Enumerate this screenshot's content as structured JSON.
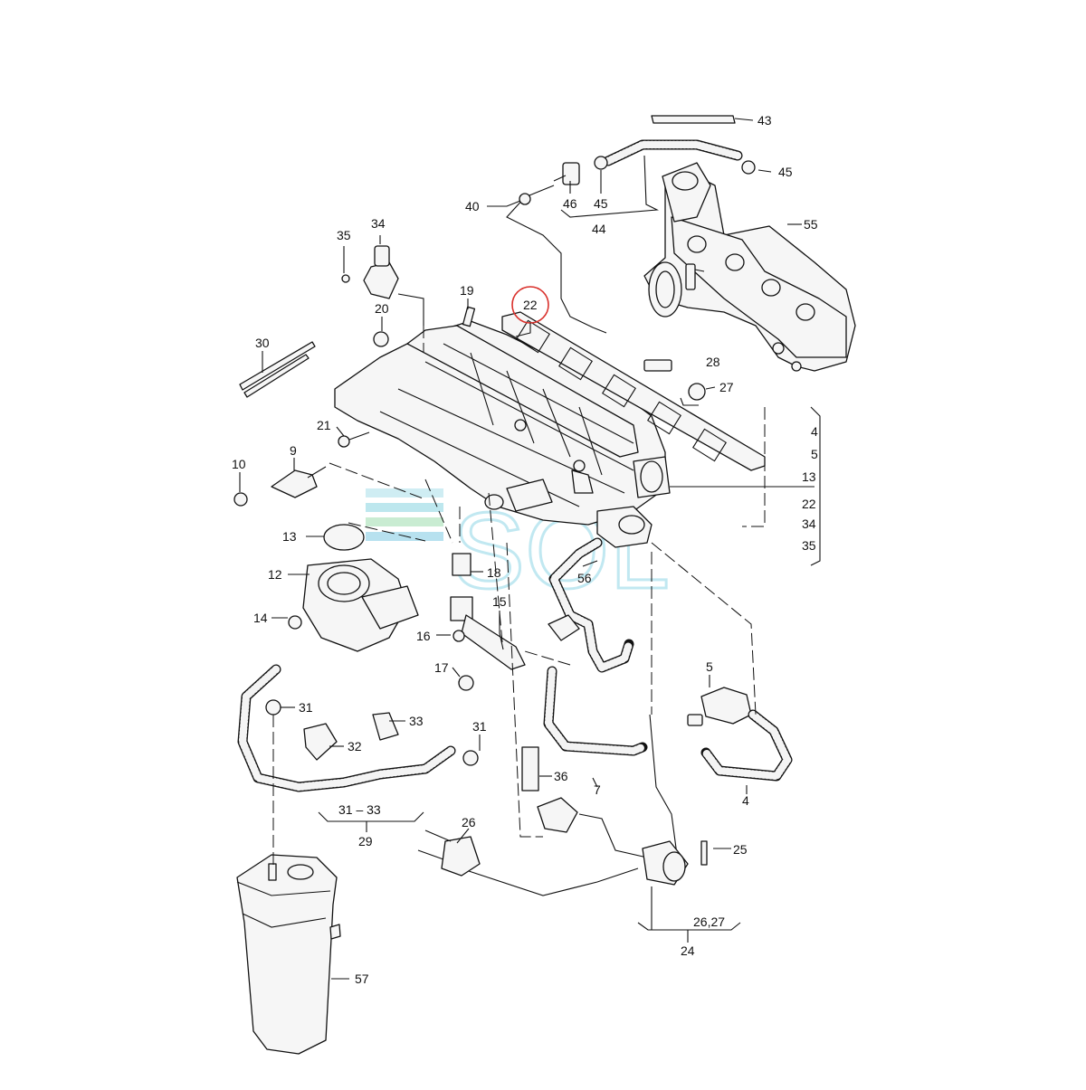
{
  "watermark": {
    "text": "SOL",
    "color": "#8fd6e6"
  },
  "highlight": {
    "label": "22",
    "color": "#d9302b"
  },
  "callouts": [
    {
      "id": "c43",
      "label": "43"
    },
    {
      "id": "c45a",
      "label": "45"
    },
    {
      "id": "c45b",
      "label": "45"
    },
    {
      "id": "c46",
      "label": "46"
    },
    {
      "id": "c40",
      "label": "40"
    },
    {
      "id": "c44",
      "label": "44"
    },
    {
      "id": "c55",
      "label": "55"
    },
    {
      "id": "c34",
      "label": "34"
    },
    {
      "id": "c35",
      "label": "35"
    },
    {
      "id": "c19",
      "label": "19"
    },
    {
      "id": "c20",
      "label": "20"
    },
    {
      "id": "c30",
      "label": "30"
    },
    {
      "id": "c28",
      "label": "28"
    },
    {
      "id": "c27",
      "label": "27"
    },
    {
      "id": "c21",
      "label": "21"
    },
    {
      "id": "c9",
      "label": "9"
    },
    {
      "id": "c10",
      "label": "10"
    },
    {
      "id": "c4a",
      "label": "4"
    },
    {
      "id": "c5a",
      "label": "5"
    },
    {
      "id": "c13a",
      "label": "13"
    },
    {
      "id": "c22b",
      "label": "22"
    },
    {
      "id": "c34b",
      "label": "34"
    },
    {
      "id": "c35b",
      "label": "35"
    },
    {
      "id": "c13",
      "label": "13"
    },
    {
      "id": "c12",
      "label": "12"
    },
    {
      "id": "c14",
      "label": "14"
    },
    {
      "id": "c18",
      "label": "18"
    },
    {
      "id": "c15",
      "label": "15"
    },
    {
      "id": "c16",
      "label": "16"
    },
    {
      "id": "c17",
      "label": "17"
    },
    {
      "id": "c56",
      "label": "56"
    },
    {
      "id": "c5",
      "label": "5"
    },
    {
      "id": "c31a",
      "label": "31"
    },
    {
      "id": "c33",
      "label": "33"
    },
    {
      "id": "c31b",
      "label": "31"
    },
    {
      "id": "c32",
      "label": "32"
    },
    {
      "id": "c36",
      "label": "36"
    },
    {
      "id": "c7",
      "label": "7"
    },
    {
      "id": "c4",
      "label": "4"
    },
    {
      "id": "c3133",
      "label": "31 – 33"
    },
    {
      "id": "c29",
      "label": "29"
    },
    {
      "id": "c26",
      "label": "26"
    },
    {
      "id": "c25",
      "label": "25"
    },
    {
      "id": "c2627",
      "label": "26,27"
    },
    {
      "id": "c24",
      "label": "24"
    },
    {
      "id": "c57",
      "label": "57"
    }
  ]
}
